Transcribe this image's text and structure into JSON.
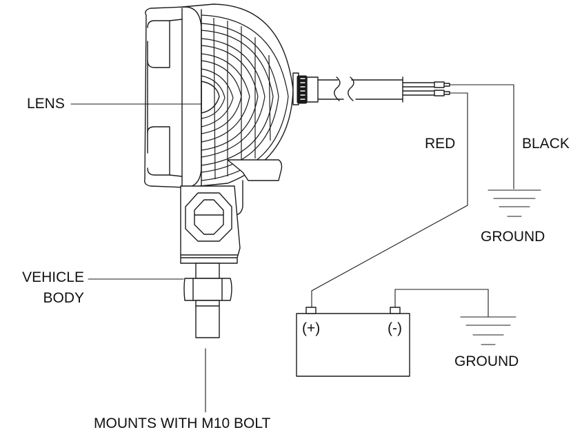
{
  "labels": {
    "lens": "LENS",
    "red": "RED",
    "black": "BLACK",
    "ground_top": "GROUND",
    "ground_bottom": "GROUND",
    "vehicle_body_line1": "VEHICLE",
    "vehicle_body_line2": "BODY",
    "battery_positive": "(+)",
    "battery_negative": "(-)",
    "mount_note": "MOUNTS WITH M10 BOLT"
  },
  "colors": {
    "line": "#1a1a1a",
    "background": "#ffffff"
  }
}
